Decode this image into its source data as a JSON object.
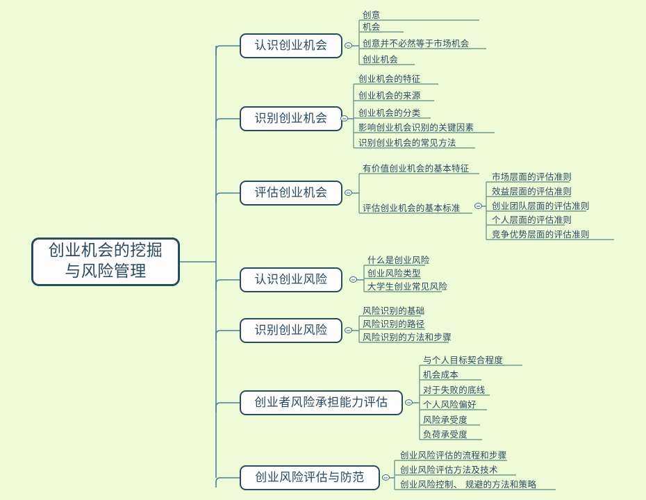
{
  "diagram": {
    "type": "mind-map",
    "background_color": "#eefbd9",
    "node_border_color": "#274a5d",
    "node_fill_color": "#fdfdfd",
    "text_color": "#2b4a60",
    "connector_color": "#4b7f96"
  },
  "root": {
    "label": "创业机会的挖掘\n与风险管理"
  },
  "branches": [
    {
      "label": "认识创业机会",
      "children": [
        {
          "label": "创意"
        },
        {
          "label": "机会"
        },
        {
          "label": "创意并不必然等于市场机会"
        },
        {
          "label": "创业机会"
        }
      ]
    },
    {
      "label": "识别创业机会",
      "children": [
        {
          "label": "创业机会的特征"
        },
        {
          "label": "创业机会的来源"
        },
        {
          "label": "创业机会的分类"
        },
        {
          "label": "影响创业机会识别的关键因素"
        },
        {
          "label": "识别创业机会的常见方法"
        }
      ]
    },
    {
      "label": "评估创业机会",
      "children": [
        {
          "label": "有价值创业机会的基本特征"
        },
        {
          "label": "评估创业机会的基本标准",
          "children": [
            {
              "label": "市场层面的评估准则"
            },
            {
              "label": "效益层面的评估准则"
            },
            {
              "label": "创业团队层面的评估准则"
            },
            {
              "label": "个人层面的评估准则"
            },
            {
              "label": "竞争优势层面的评估准则"
            }
          ]
        }
      ]
    },
    {
      "label": "认识创业风险",
      "children": [
        {
          "label": "什么是创业风险"
        },
        {
          "label": "创业风险类型"
        },
        {
          "label": "大学生创业常见风险"
        }
      ]
    },
    {
      "label": "识别创业风险",
      "children": [
        {
          "label": "风险识别的基础"
        },
        {
          "label": "风险识别的路径"
        },
        {
          "label": "风险识别的方法和步骤"
        }
      ]
    },
    {
      "label": "创业者风险承担能力评估",
      "children": [
        {
          "label": "与个人目标契合程度"
        },
        {
          "label": "机会成本"
        },
        {
          "label": "对于失败的底线"
        },
        {
          "label": "个人风险偏好"
        },
        {
          "label": "风险承受度"
        },
        {
          "label": "负荷承受度"
        }
      ]
    },
    {
      "label": "创业风险评估与防范",
      "children": [
        {
          "label": "创业风险评估的流程和步骤"
        },
        {
          "label": "创业风险评估方法及技术"
        },
        {
          "label": "创业风险控制、 规避的方法和策略"
        }
      ]
    }
  ]
}
